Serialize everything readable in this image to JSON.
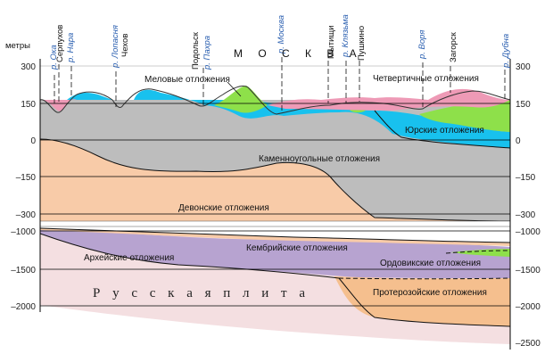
{
  "units_label": "метры",
  "city_label": "М О С К В А",
  "plate_label": "Р у с с к а я   п л и т а",
  "left_scale": [
    "300",
    "150",
    "0",
    "–150",
    "–300",
    "–1000",
    "–1500",
    "–2000"
  ],
  "right_scale": [
    "300",
    "150",
    "0",
    "–150",
    "–300",
    "–1000",
    "–1500",
    "–2000",
    "–2500"
  ],
  "places": [
    {
      "name": "Серпухов",
      "kind": "town"
    },
    {
      "name": "Чехов",
      "kind": "town"
    },
    {
      "name": "Подольск",
      "kind": "town"
    },
    {
      "name": "Мытищи",
      "kind": "town"
    },
    {
      "name": "Пушкино",
      "kind": "town"
    },
    {
      "name": "Загорск",
      "kind": "town"
    }
  ],
  "rivers": [
    "р. Ока",
    "р. Нара",
    "р. Лопасня",
    "р. Пахра",
    "р. Москва",
    "р. Клязьма",
    "р. Воря",
    "р. Дубна"
  ],
  "layers": {
    "cretaceous": "Меловые отложения",
    "quaternary": "Четвертичные отложения",
    "jurassic": "Юрские отложения",
    "carboniferous": "Каменноугольные отложения",
    "devonian": "Девонские отложения",
    "cambrian": "Кембрийские отложения",
    "archean": "Архейские отложения",
    "ordovician": "Ордовикские отложения",
    "proterozoic": "Протерозойские отложения"
  },
  "colors": {
    "quaternary": "#ee9ab6",
    "cretaceous": "#8ee04a",
    "jurassic": "#18c1ee",
    "carboniferous": "#bdbdbd",
    "devonian": "#f8cba8",
    "cambrian": "#b7a3d0",
    "proterozoic": "#f5bf8e",
    "archean": "#f4dfe1"
  }
}
